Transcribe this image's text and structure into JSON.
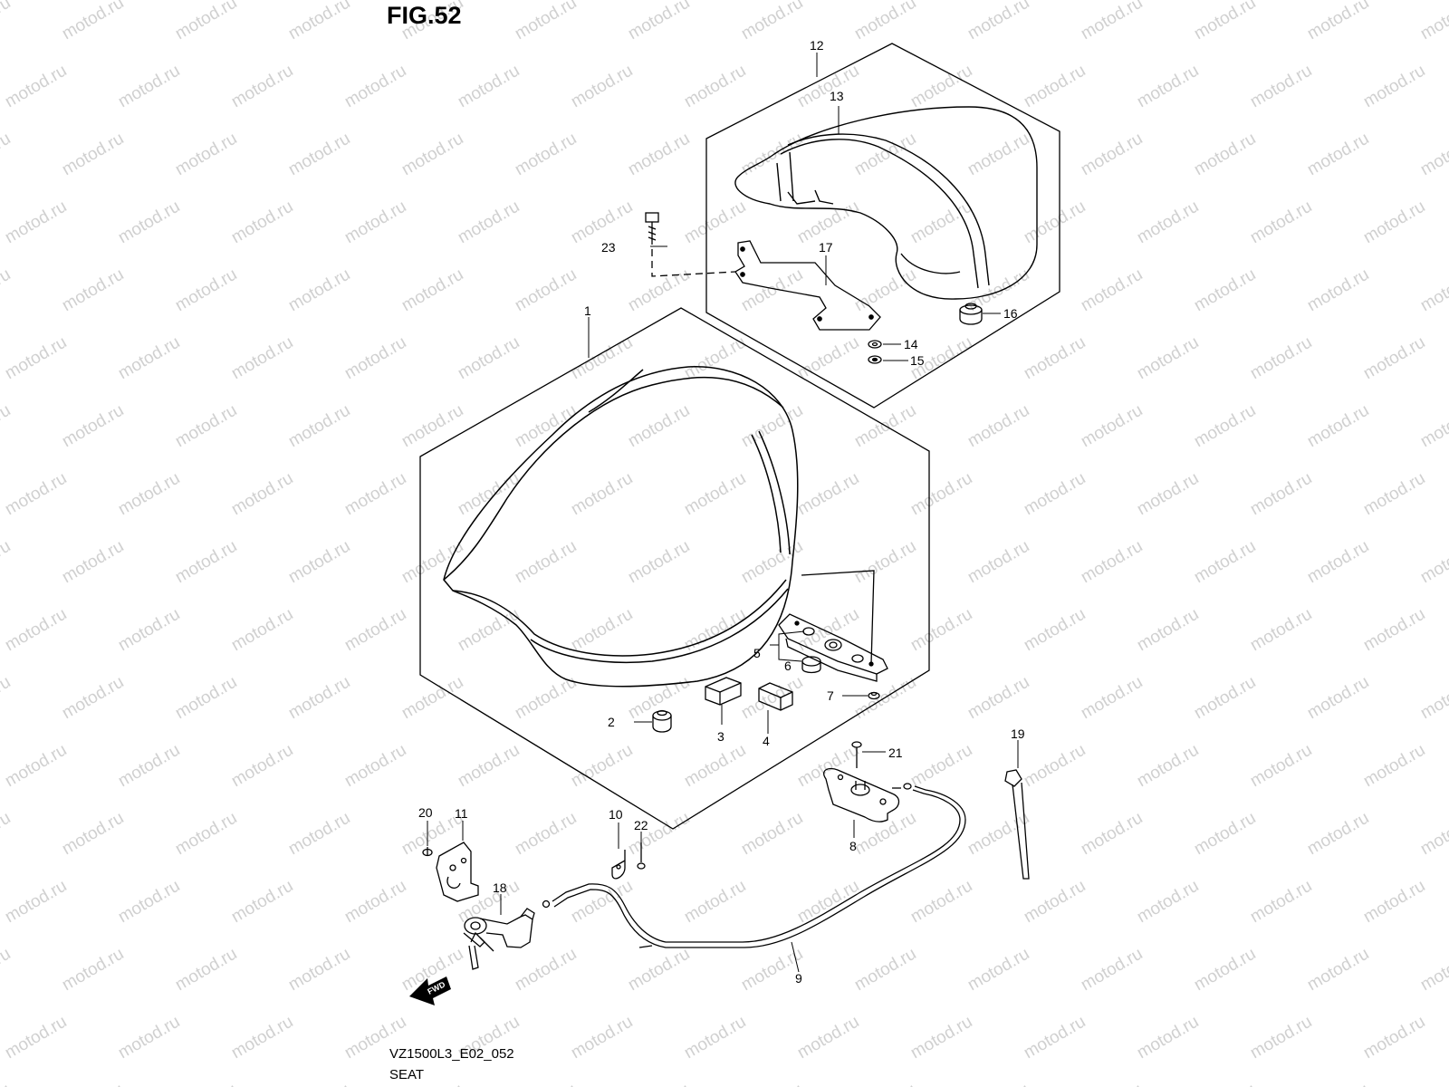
{
  "figure": {
    "title": "FIG.52",
    "code": "VZ1500L3_E02_052",
    "name": "SEAT",
    "watermark": "motod.ru",
    "fwd_label": "FWD"
  },
  "callouts": [
    {
      "id": "c1",
      "label": "1"
    },
    {
      "id": "c2",
      "label": "2"
    },
    {
      "id": "c3",
      "label": "3"
    },
    {
      "id": "c4",
      "label": "4"
    },
    {
      "id": "c5",
      "label": "5"
    },
    {
      "id": "c6",
      "label": "6"
    },
    {
      "id": "c7",
      "label": "7"
    },
    {
      "id": "c8",
      "label": "8"
    },
    {
      "id": "c9",
      "label": "9"
    },
    {
      "id": "c10",
      "label": "10"
    },
    {
      "id": "c11",
      "label": "11"
    },
    {
      "id": "c12",
      "label": "12"
    },
    {
      "id": "c13",
      "label": "13"
    },
    {
      "id": "c14",
      "label": "14"
    },
    {
      "id": "c15",
      "label": "15"
    },
    {
      "id": "c16",
      "label": "16"
    },
    {
      "id": "c17",
      "label": "17"
    },
    {
      "id": "c18",
      "label": "18"
    },
    {
      "id": "c19",
      "label": "19"
    },
    {
      "id": "c20",
      "label": "20"
    },
    {
      "id": "c21",
      "label": "21"
    },
    {
      "id": "c22",
      "label": "22"
    },
    {
      "id": "c23",
      "label": "23"
    }
  ]
}
